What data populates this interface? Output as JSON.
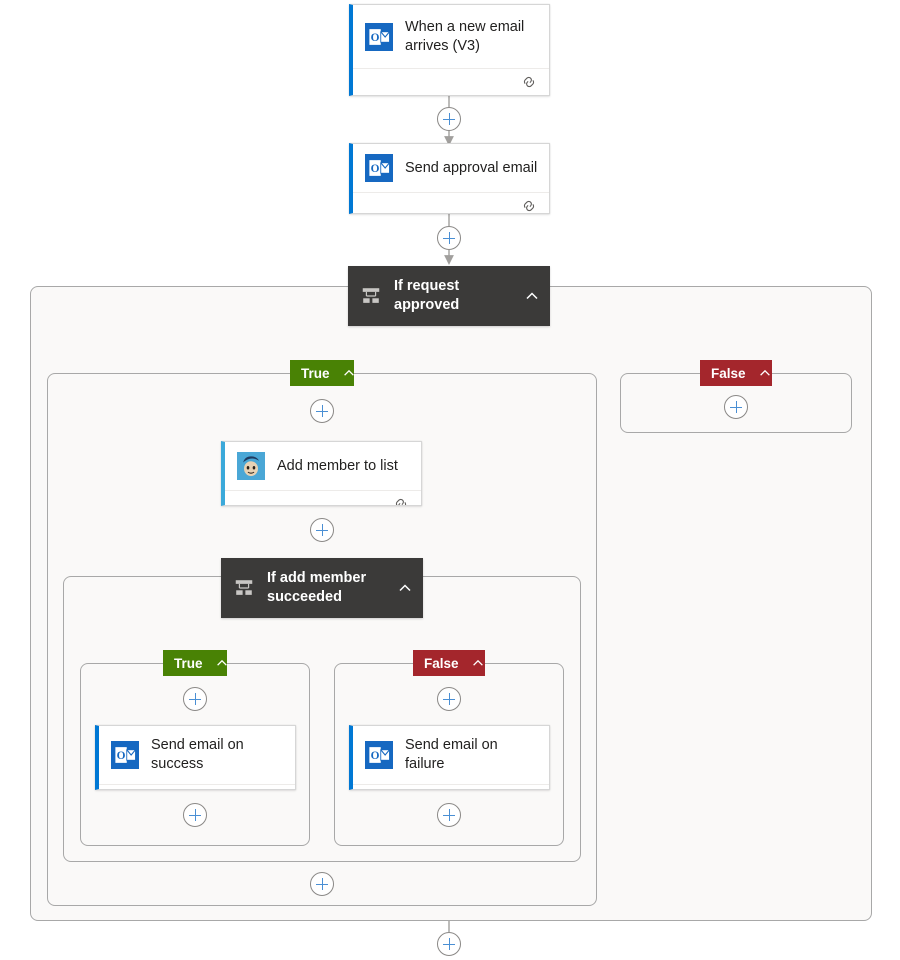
{
  "flow": {
    "title": "Power Automate flow designer canvas",
    "colors": {
      "true_branch": "#498205",
      "false_branch": "#a4262c",
      "condition_card": "#3b3a39",
      "connector": "#a19f9d",
      "plus_accent": "#4a8fd4",
      "outlook_accent": "#0078d4",
      "mailchimp_accent": "#3ba9da",
      "scope_background": "#faf9f8"
    },
    "nodes": {
      "trigger": {
        "label": "When a new email arrives (V3)",
        "icon": "outlook-icon",
        "footer_icon": "chain-links-icon"
      },
      "send_approval": {
        "label": "Send approval email",
        "icon": "outlook-icon",
        "footer_icon": "chain-links-icon"
      },
      "if_request_approved": {
        "label": "If request approved",
        "icon": "condition-icon",
        "chevron": "chevron-up-icon"
      },
      "add_member": {
        "label": "Add member to list",
        "icon": "mailchimp-icon",
        "footer_icon": "chain-links-icon"
      },
      "if_add_member_succeeded": {
        "label": "If add member succeeded",
        "icon": "condition-icon",
        "chevron": "chevron-up-icon"
      },
      "send_success": {
        "label": "Send email on success",
        "icon": "outlook-icon",
        "footer_icon": "chain-links-icon"
      },
      "send_failure": {
        "label": "Send email on failure",
        "icon": "outlook-icon",
        "footer_icon": "chain-links-icon"
      }
    },
    "branches": {
      "outer_true": {
        "label": "True",
        "chevron": "chevron-up-icon"
      },
      "outer_false": {
        "label": "False",
        "chevron": "chevron-up-icon"
      },
      "inner_true": {
        "label": "True",
        "chevron": "chevron-up-icon"
      },
      "inner_false": {
        "label": "False",
        "chevron": "chevron-up-icon"
      }
    },
    "add_buttons": {
      "after_trigger": "+",
      "after_send_approval": "+",
      "outer_true_top": "+",
      "outer_false_empty": "+",
      "after_add_member": "+",
      "inner_true_top": "+",
      "inner_false_top": "+",
      "inner_true_bottom": "+",
      "inner_false_bottom": "+",
      "outer_true_bottom": "+",
      "flow_end": "+"
    }
  }
}
